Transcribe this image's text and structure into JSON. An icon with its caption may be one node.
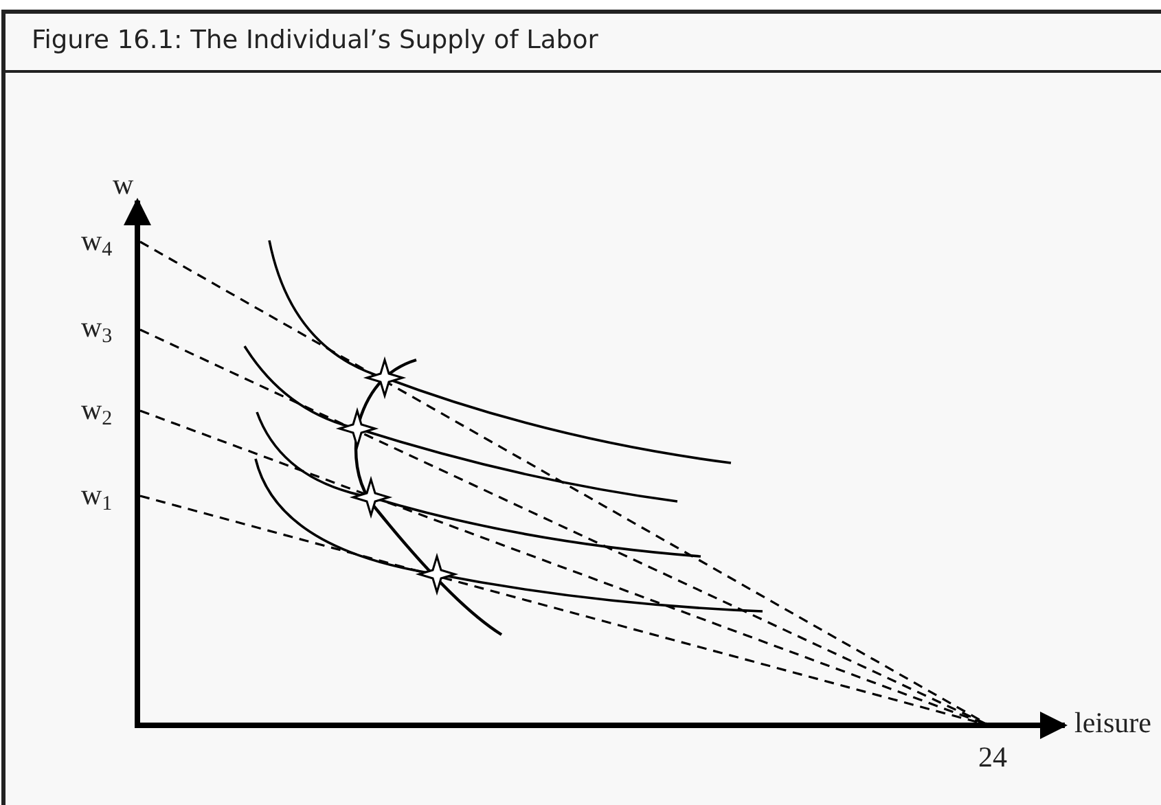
{
  "diagram": {
    "title": "Figure 16.1: The Individual’s Supply of Labor",
    "labels": [
      "w",
      "w$_{4}$",
      "w$_{3}$",
      "w$_{2}$",
      "w$_{1}$",
      "leisure",
      "24"
    ]
  }
}
